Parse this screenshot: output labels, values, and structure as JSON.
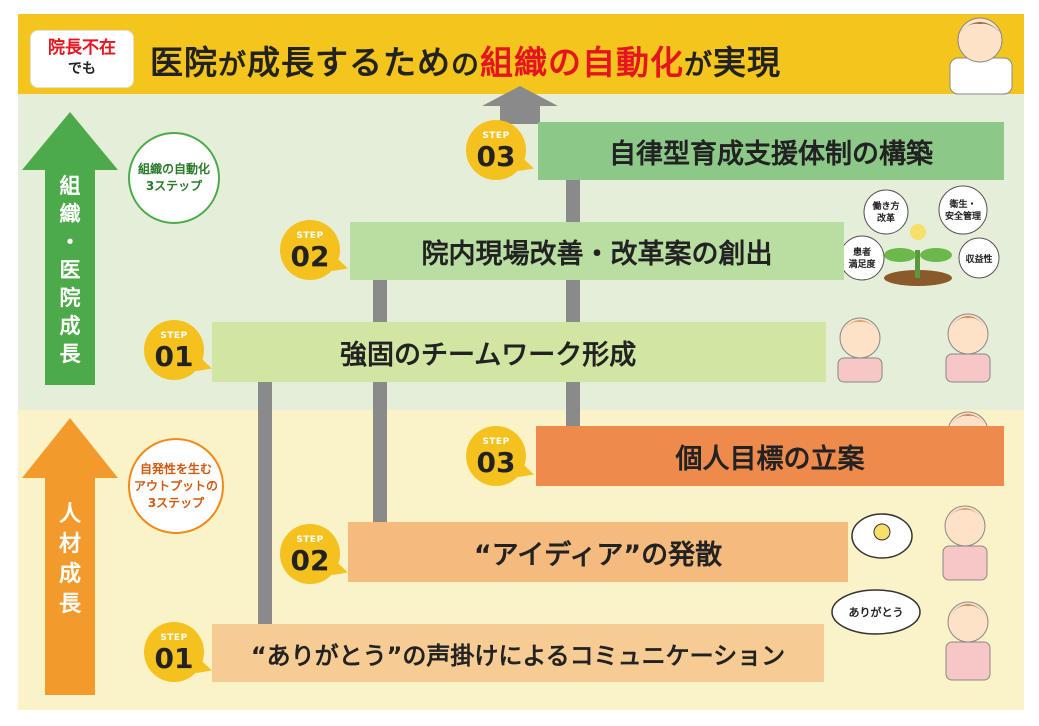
{
  "header": {
    "badge_line1": "院長不在",
    "badge_line2": "でも",
    "title_part1": "医院",
    "title_part2": "が",
    "title_part3": "成長するため",
    "title_part4": "の",
    "title_part5": "組織の自動化",
    "title_part6": "が",
    "title_part7": "実現"
  },
  "left": {
    "upper_arrow_label": [
      "組",
      "織",
      "・",
      "医",
      "院",
      "成",
      "長"
    ],
    "lower_arrow_label": [
      "人",
      "材",
      "成",
      "長"
    ],
    "upper_circle_line1": "組織の自動化",
    "upper_circle_line2": "3ステップ",
    "lower_circle_line1": "自発性を生む",
    "lower_circle_line2": "アウトプットの",
    "lower_circle_line3": "3ステップ"
  },
  "steps": [
    {
      "step_word": "STEP",
      "number": "03",
      "label": "自律型育成支援体制の構築"
    },
    {
      "step_word": "STEP",
      "number": "02",
      "label": "院内現場改善・改革案の創出"
    },
    {
      "step_word": "STEP",
      "number": "01",
      "label": "強固のチームワーク形成"
    },
    {
      "step_word": "STEP",
      "number": "03",
      "label": "個人目標の立案"
    },
    {
      "step_word": "STEP",
      "number": "02",
      "label": "“アイディア”の発散"
    },
    {
      "step_word": "STEP",
      "number": "01",
      "label": "“ありがとう”の声掛けによるコミュニケーション"
    }
  ],
  "bubbles": {
    "b1": "働き方\n改革",
    "b2": "衛生・\n安全管理",
    "b3": "患者\n満足度",
    "b4": "収益性",
    "thanks": "ありがとう"
  },
  "colors": {
    "header_bg": "#f3c51d",
    "green_arrow": "#4daa4a",
    "orange_arrow": "#f39a2c",
    "accent_red": "#e6141e",
    "gray_arrow": "#8a8a8a"
  }
}
